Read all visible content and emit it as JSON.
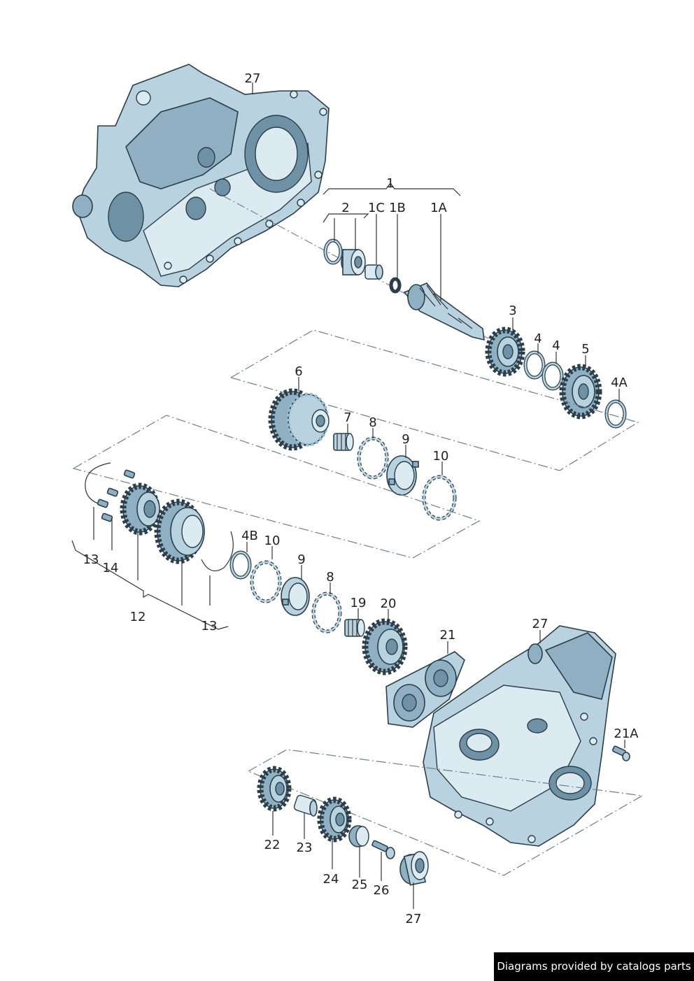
{
  "labels": {
    "l27a": "27",
    "l1": "1",
    "l2": "2",
    "l1c": "1C",
    "l1b": "1B",
    "l1a": "1A",
    "l3": "3",
    "l4a": "4",
    "l4b": "4",
    "l5": "5",
    "l4A": "4A",
    "l6": "6",
    "l7": "7",
    "l8a": "8",
    "l9a": "9",
    "l10a": "10",
    "l13a": "13",
    "l14": "14",
    "l12": "12",
    "l13b": "13",
    "l4B": "4B",
    "l10b": "10",
    "l9b": "9",
    "l8b": "8",
    "l19": "19",
    "l20": "20",
    "l21": "21",
    "l27b": "27",
    "l21A": "21A",
    "l22": "22",
    "l23": "23",
    "l24": "24",
    "l25": "25",
    "l26": "26",
    "l27c": "27"
  },
  "footer": {
    "text": "Diagrams provided by catalogs parts"
  },
  "colors": {
    "metal": "#b9d2e0",
    "outline": "#2b3e4a",
    "dashline": "#6a7f8e"
  }
}
